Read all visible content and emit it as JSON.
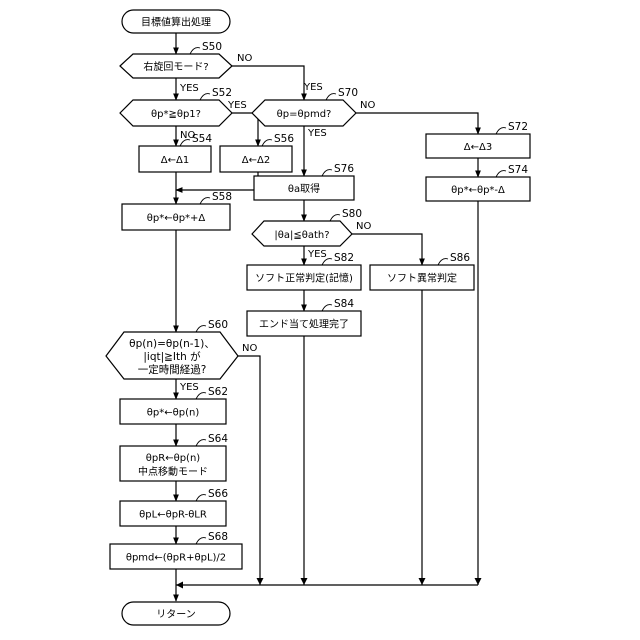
{
  "start": "目標値算出処理",
  "end": "リターン",
  "yes": "YES",
  "no": "NO",
  "steps": {
    "s50": {
      "tag": "S50",
      "text": "右旋回モード?"
    },
    "s52": {
      "tag": "S52",
      "text": "θp*≧θp1?"
    },
    "s54": {
      "tag": "S54",
      "text": "Δ←Δ1"
    },
    "s56": {
      "tag": "S56",
      "text": "Δ←Δ2"
    },
    "s58": {
      "tag": "S58",
      "text": "θp*←θp*+Δ"
    },
    "s60": {
      "tag": "S60",
      "line1": "θp(n)=θp(n-1)、",
      "line2": "|iqt|≧Ith が",
      "line3": "一定時間経過?"
    },
    "s62": {
      "tag": "S62",
      "text": "θp*←θp(n)"
    },
    "s64": {
      "tag": "S64",
      "line1": "θpR←θp(n)",
      "line2": "中点移動モード"
    },
    "s66": {
      "tag": "S66",
      "text": "θpL←θpR-θLR"
    },
    "s68": {
      "tag": "S68",
      "text": "θpmd←(θpR+θpL)/2"
    },
    "s70": {
      "tag": "S70",
      "text": "θp=θpmd?"
    },
    "s72": {
      "tag": "S72",
      "text": "Δ←Δ3"
    },
    "s74": {
      "tag": "S74",
      "text": "θp*←θp*-Δ"
    },
    "s76": {
      "tag": "S76",
      "text": "θa取得"
    },
    "s80": {
      "tag": "S80",
      "text": "|θa|≦θath?"
    },
    "s82": {
      "tag": "S82",
      "text": "ソフト正常判定(記憶)"
    },
    "s84": {
      "tag": "S84",
      "text": "エンド当て処理完了"
    },
    "s86": {
      "tag": "S86",
      "text": "ソフト異常判定"
    }
  }
}
